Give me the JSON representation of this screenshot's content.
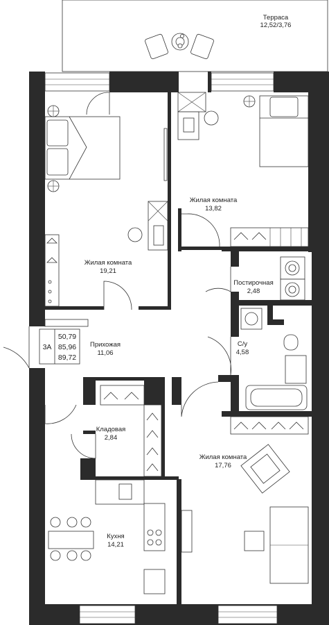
{
  "apartment": {
    "type_code": "3А",
    "areas": [
      "50,79",
      "85,96",
      "89,72"
    ]
  },
  "rooms": {
    "terrace": {
      "name": "Терраса",
      "area": "12,52/3,76"
    },
    "bedroom1": {
      "name": "Жилая комната",
      "area": "19,21"
    },
    "bedroom2": {
      "name": "Жилая комната",
      "area": "13,82"
    },
    "laundry": {
      "name": "Постирочная",
      "area": "2,48"
    },
    "hallway": {
      "name": "Прихожая",
      "area": "11,06"
    },
    "bathroom": {
      "name": "С/у",
      "area": "4,58"
    },
    "storage": {
      "name": "Кладовая",
      "area": "2,84"
    },
    "living": {
      "name": "Жилая комната",
      "area": "17,76"
    },
    "kitchen": {
      "name": "Кухня",
      "area": "14,21"
    }
  },
  "colors": {
    "wall": "#2b2b2b",
    "line": "#333333",
    "background": "#ffffff"
  }
}
